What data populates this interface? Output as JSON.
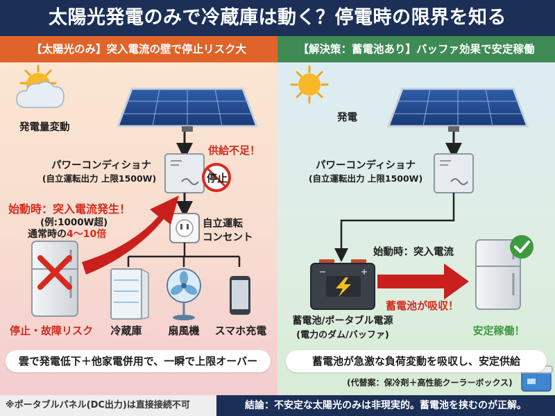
{
  "title": "太陽光発電のみで冷蔵庫は動く？停電時の限界を知る",
  "left": {
    "header": "【太陽光のみ】突入電流の壁で停止リスク大",
    "sun_caption": "発電量変動",
    "supply_short": "供給不足！",
    "stop_sign": "停止",
    "inverter_name": "パワーコンディショナ",
    "inverter_limit": "(自立運転出力 上限1500W)",
    "surge_line1": "始動時：突入電流発生！",
    "surge_line2": "(例:1000W超)",
    "surge_line3_prefix": "通常時の",
    "surge_line3_highlight": "4〜10倍",
    "outlet_line1": "自立運転",
    "outlet_line2": "コンセント",
    "fridge_fail": "停止・故障リスク",
    "appliances": [
      "冷蔵庫",
      "扇風機",
      "スマホ充電"
    ],
    "summary": "雲で発電低下＋他家電併用で、一瞬で上限オーバー"
  },
  "right": {
    "header": "【解決策：蓄電池あり】バッファ効果で安定稼働",
    "sun_caption": "発電",
    "inverter_name": "パワーコンディショナ",
    "inverter_limit": "(自立運転出力 上限1500W)",
    "surge": "始動時：突入電流",
    "absorb": "蓄電池が吸収！",
    "battery_line1": "蓄電池/ポータブル電源",
    "battery_line2": "(電力のダム/バッファ)",
    "stable": "安定稼働！",
    "summary": "蓄電池が急激な負荷変動を吸収し、安定供給",
    "alternative": "(代替案：保冷剤＋高性能クーラーボックス)"
  },
  "footer": {
    "note": "※ポータブルパネル(DC出力)は直接接続不可",
    "conclusion": "結論：不安定な太陽光のみは非現実的。蓄電池を挟むのが正解。"
  },
  "colors": {
    "title_bg": "#1b2f57",
    "left_header": "#e0632a",
    "right_header": "#3f8a55",
    "alert_red": "#d62a1e",
    "ok_green": "#3d9a3f"
  }
}
